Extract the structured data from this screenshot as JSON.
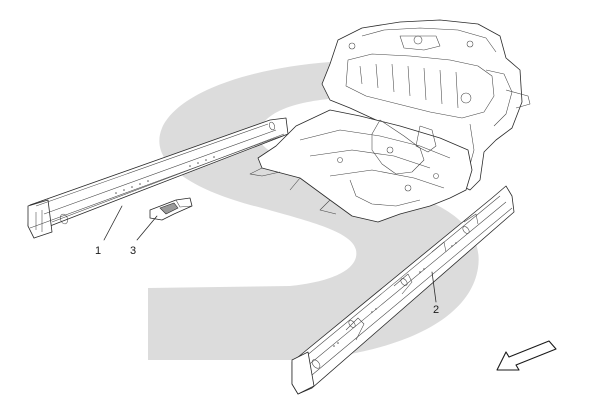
{
  "diagram": {
    "callouts": [
      {
        "id": "1",
        "label": "1"
      },
      {
        "id": "2",
        "label": "2"
      },
      {
        "id": "3",
        "label": "3"
      }
    ],
    "watermark_color": "#dcdcdc",
    "line_color": "#2a2a2a",
    "direction_arrow": "arrow-down-left-icon"
  }
}
